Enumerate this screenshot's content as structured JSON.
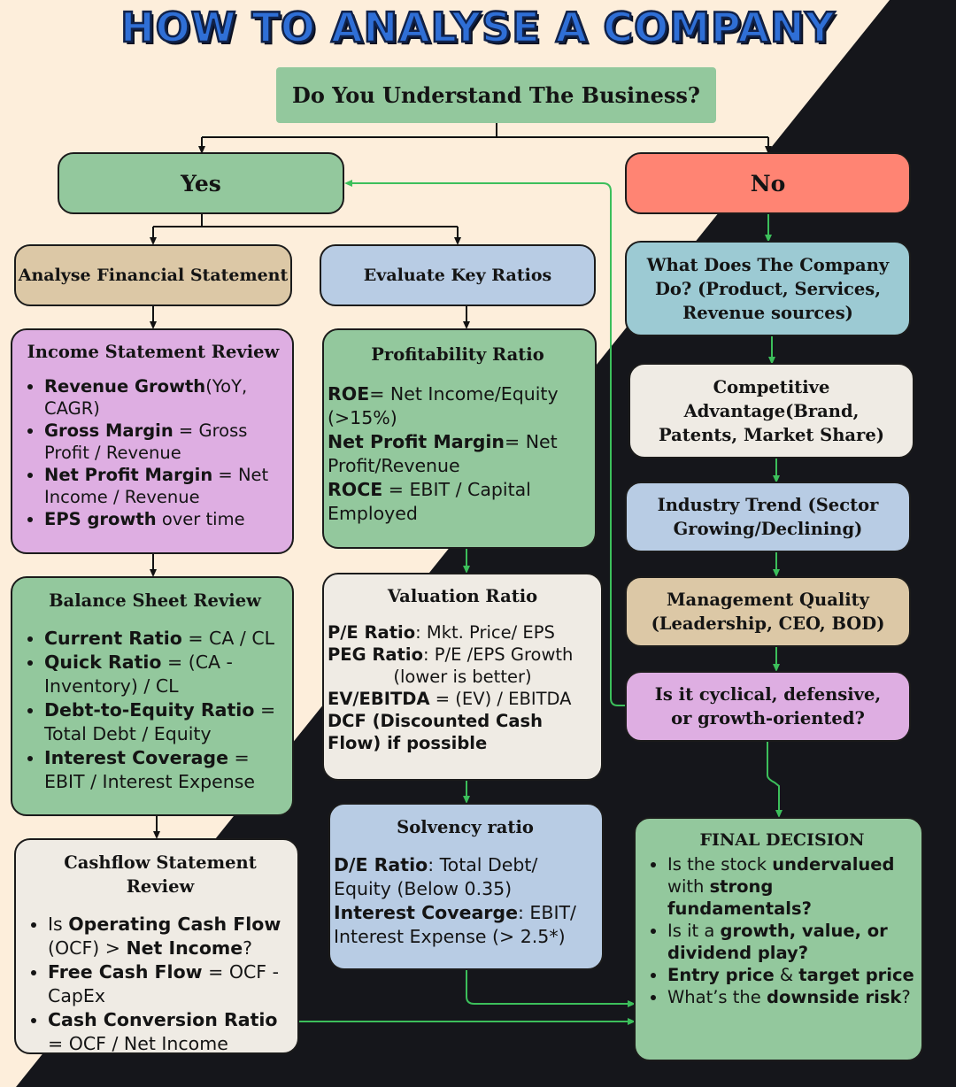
{
  "title": "HOW TO ANALYSE A COMPANY",
  "question": "Do You Understand The Business?",
  "yes": "Yes",
  "no": "No",
  "colors": {
    "green": "#93c89d",
    "tan": "#dcc8a6",
    "blue": "#b8cce4",
    "purple": "#deaee2",
    "cream": "#efebe4",
    "red": "#ff8473",
    "teal": "#9ccad3",
    "cream_bg": "#fdeedb",
    "dark_bg": "#15161b",
    "arrow_green": "#3cbf5b"
  },
  "analyse": "Analyse Financial Statement",
  "evaluate": "Evaluate Key Ratios",
  "income": {
    "title": "Income Statement Review",
    "items": [
      {
        "b": "Revenue Growth",
        "t": "(YoY, CAGR)"
      },
      {
        "b": "Gross Margin",
        "t": " = Gross Profit / Revenue"
      },
      {
        "b": "Net Profit Margin",
        "t": " = Net Income / Revenue"
      },
      {
        "b": "EPS growth",
        "t": " over time"
      }
    ]
  },
  "balance": {
    "title": "Balance Sheet Review",
    "items": [
      {
        "b": "Current Ratio",
        "t": " = CA / CL"
      },
      {
        "b": "Quick Ratio",
        "t": " = (CA - Inventory) / CL"
      },
      {
        "b": "Debt-to-Equity Ratio",
        "t": " = Total Debt / Equity"
      },
      {
        "b": "Interest Coverage",
        "t": " = EBIT / Interest Expense"
      }
    ]
  },
  "cashflow": {
    "title": "Cashflow Statement Review",
    "i1_pre": "Is ",
    "i1_b1": "Operating Cash Flow",
    "i1_mid": " (OCF) > ",
    "i1_b2": "Net Income",
    "i1_post": "?",
    "i2_b": "Free Cash Flow",
    "i2_t": " = OCF - CapEx",
    "i3_b": "Cash Conversion Ratio",
    "i3_t": " = OCF / Net Income"
  },
  "profitability": {
    "title": "Profitability Ratio",
    "l1_b": "ROE",
    "l1_t": "= Net Income/Equity (>15%)",
    "l2_b": "Net Profit Margin",
    "l2_t": "= Net Profit/Revenue",
    "l3_b": "ROCE",
    "l3_t": " = EBIT / Capital Employed"
  },
  "valuation": {
    "title": "Valuation Ratio",
    "l1_b": "P/E Ratio",
    "l1_t": ": Mkt. Price/ EPS",
    "l2_b": "PEG Ratio",
    "l2_t": ": P/E /EPS Growth",
    "l2_sub": "(lower is better)",
    "l3_b": "EV/EBITDA",
    "l3_t": " = (EV) / EBITDA",
    "l4_b": "DCF (Discounted Cash Flow) if possible"
  },
  "solvency": {
    "title": "Solvency ratio",
    "l1_b": "D/E Ratio",
    "l1_t": ": Total Debt/ Equity (Below 0.35)",
    "l2_b": "Interest Covearge",
    "l2_t": ": EBIT/ Interest Expense (> 2.5*)"
  },
  "what": "What Does The Company Do? (Product, Services, Revenue sources)",
  "competitive": "Competitive Advantage(Brand, Patents, Market Share)",
  "industry": "Industry Trend (Sector Growing/Declining)",
  "management": "Management Quality (Leadership, CEO, BOD)",
  "cyclical": "Is it cyclical, defensive, or growth-oriented?",
  "final": {
    "title": "FINAL DECISION",
    "i1_pre": "Is the stock ",
    "i1_b1": "undervalued",
    "i1_mid": " with ",
    "i1_b2": "strong fundamentals?",
    "i2_pre": "Is it a ",
    "i2_b": "growth, value, or dividend play?",
    "i3_b1": "Entry price",
    "i3_mid": " & ",
    "i3_b2": "target price",
    "i4_pre": "What’s the ",
    "i4_b": "downside risk",
    "i4_post": "?"
  }
}
